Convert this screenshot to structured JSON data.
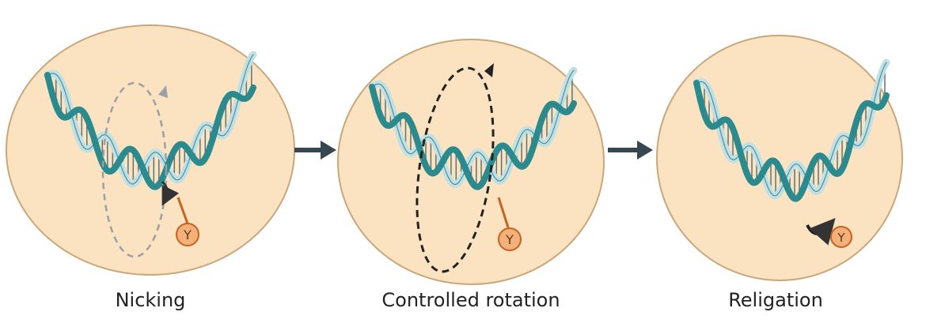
{
  "steps": [
    {
      "label": "Nicking"
    },
    {
      "label": "Controlled rotation"
    },
    {
      "label": "Religation"
    }
  ],
  "residue_label": "Y",
  "colors": {
    "cell_fill": "#fbe3c2",
    "cell_stroke": "#c9a77a",
    "strand_dark": "#2a8a8e",
    "strand_light": "#bfe0e4",
    "rung": "#5a7478",
    "tyrosine_fill": "#f2b07a",
    "tyrosine_stroke": "#c8621f",
    "arrow": "#37474f"
  }
}
